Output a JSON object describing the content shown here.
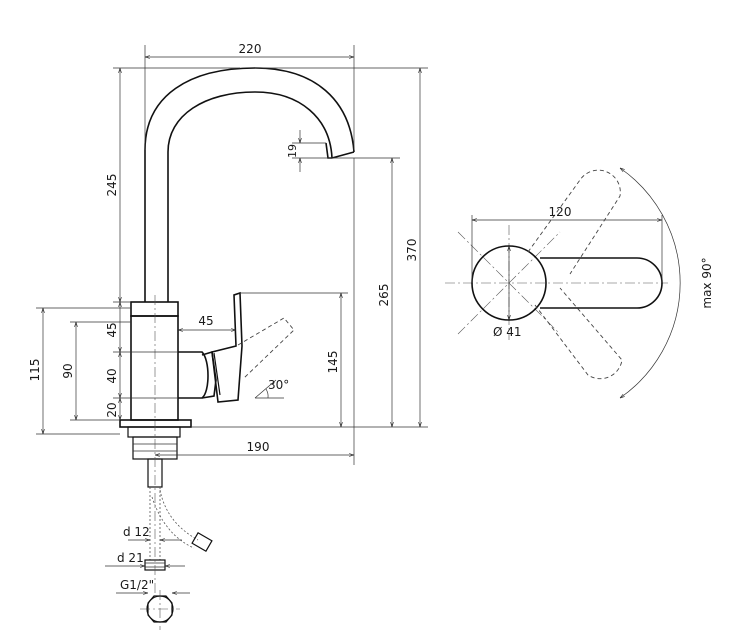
{
  "diagram": {
    "front_view": {
      "spout_reach_label": "220",
      "spout_height_label": "245",
      "outlet_height_label": "19",
      "total_height_label": "370",
      "outlet_clearance_label": "265",
      "handle_offset_label": "45",
      "handle_height_label": "145",
      "body_height_label": "115",
      "body_mid_label": "90",
      "collar_label": "45",
      "lever_base_label": "40",
      "base_label": "20",
      "lever_angle_label": "30°",
      "base_to_outlet_label": "190",
      "hose_label": "d 12",
      "fitting_label": "d 21",
      "thread_label": "G1/2\""
    },
    "top_view": {
      "lever_length_label": "120",
      "body_diameter_label": "Ø 41",
      "rotation_label": "max 90°"
    }
  }
}
